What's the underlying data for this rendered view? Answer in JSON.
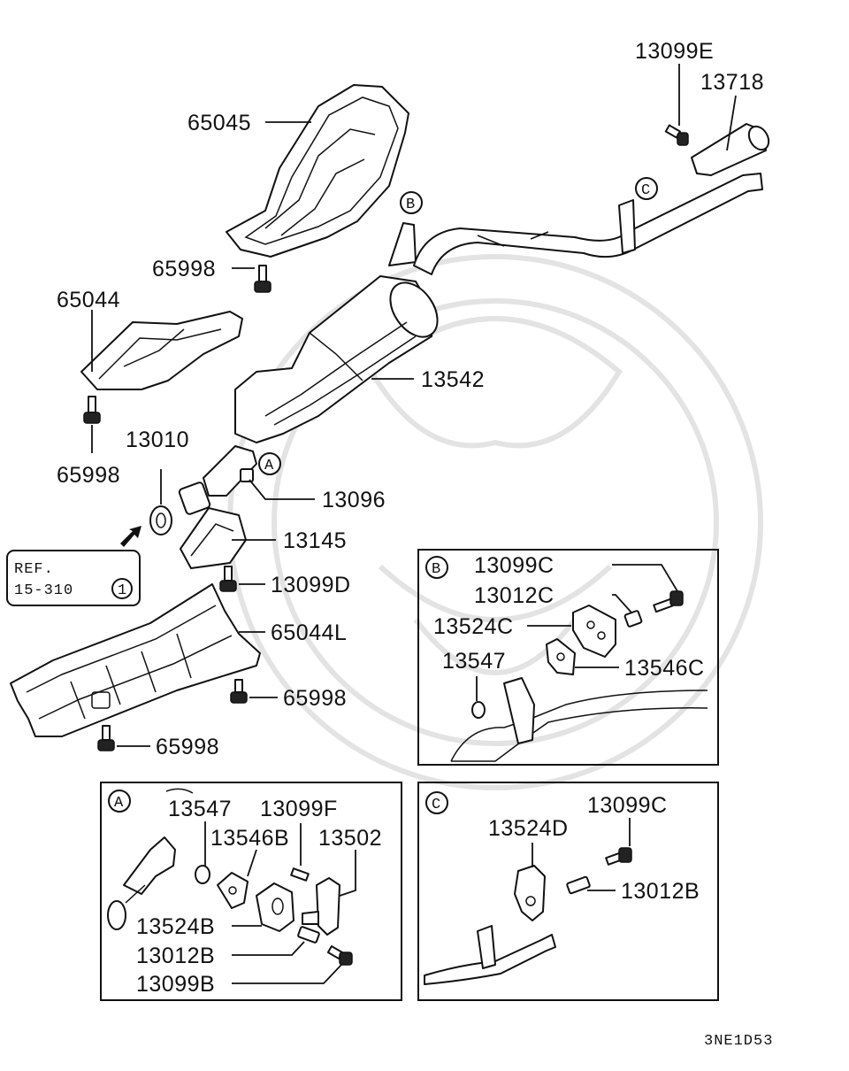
{
  "parts": {
    "p13099E": "13099E",
    "p13718": "13718",
    "p65045": "65045",
    "p65998_a": "65998",
    "p65044": "65044",
    "p13542": "13542",
    "p13010": "13010",
    "p65998_b": "65998",
    "p13096": "13096",
    "p13145": "13145",
    "p13099D": "13099D",
    "p65044L": "65044L",
    "p65998_c": "65998",
    "p65998_d": "65998"
  },
  "callouts": {
    "a": "A",
    "b": "B",
    "c": "C",
    "ref_number": "1"
  },
  "ref": {
    "line1": "REF.",
    "line2": "15-310"
  },
  "detail_b": {
    "badge": "B",
    "labels": {
      "p13099C": "13099C",
      "p13012C": "13012C",
      "p13524C": "13524C",
      "p13547": "13547",
      "p13546C": "13546C"
    }
  },
  "detail_a": {
    "badge": "A",
    "labels": {
      "p13547": "13547",
      "p13099F": "13099F",
      "p13546B": "13546B",
      "p13502": "13502",
      "p13524B": "13524B",
      "p13012B": "13012B",
      "p13099B": "13099B"
    }
  },
  "detail_c": {
    "badge": "C",
    "labels": {
      "p13099C": "13099C",
      "p13524D": "13524D",
      "p13012B": "13012B"
    }
  },
  "footer": {
    "code": "3NE1D53"
  }
}
